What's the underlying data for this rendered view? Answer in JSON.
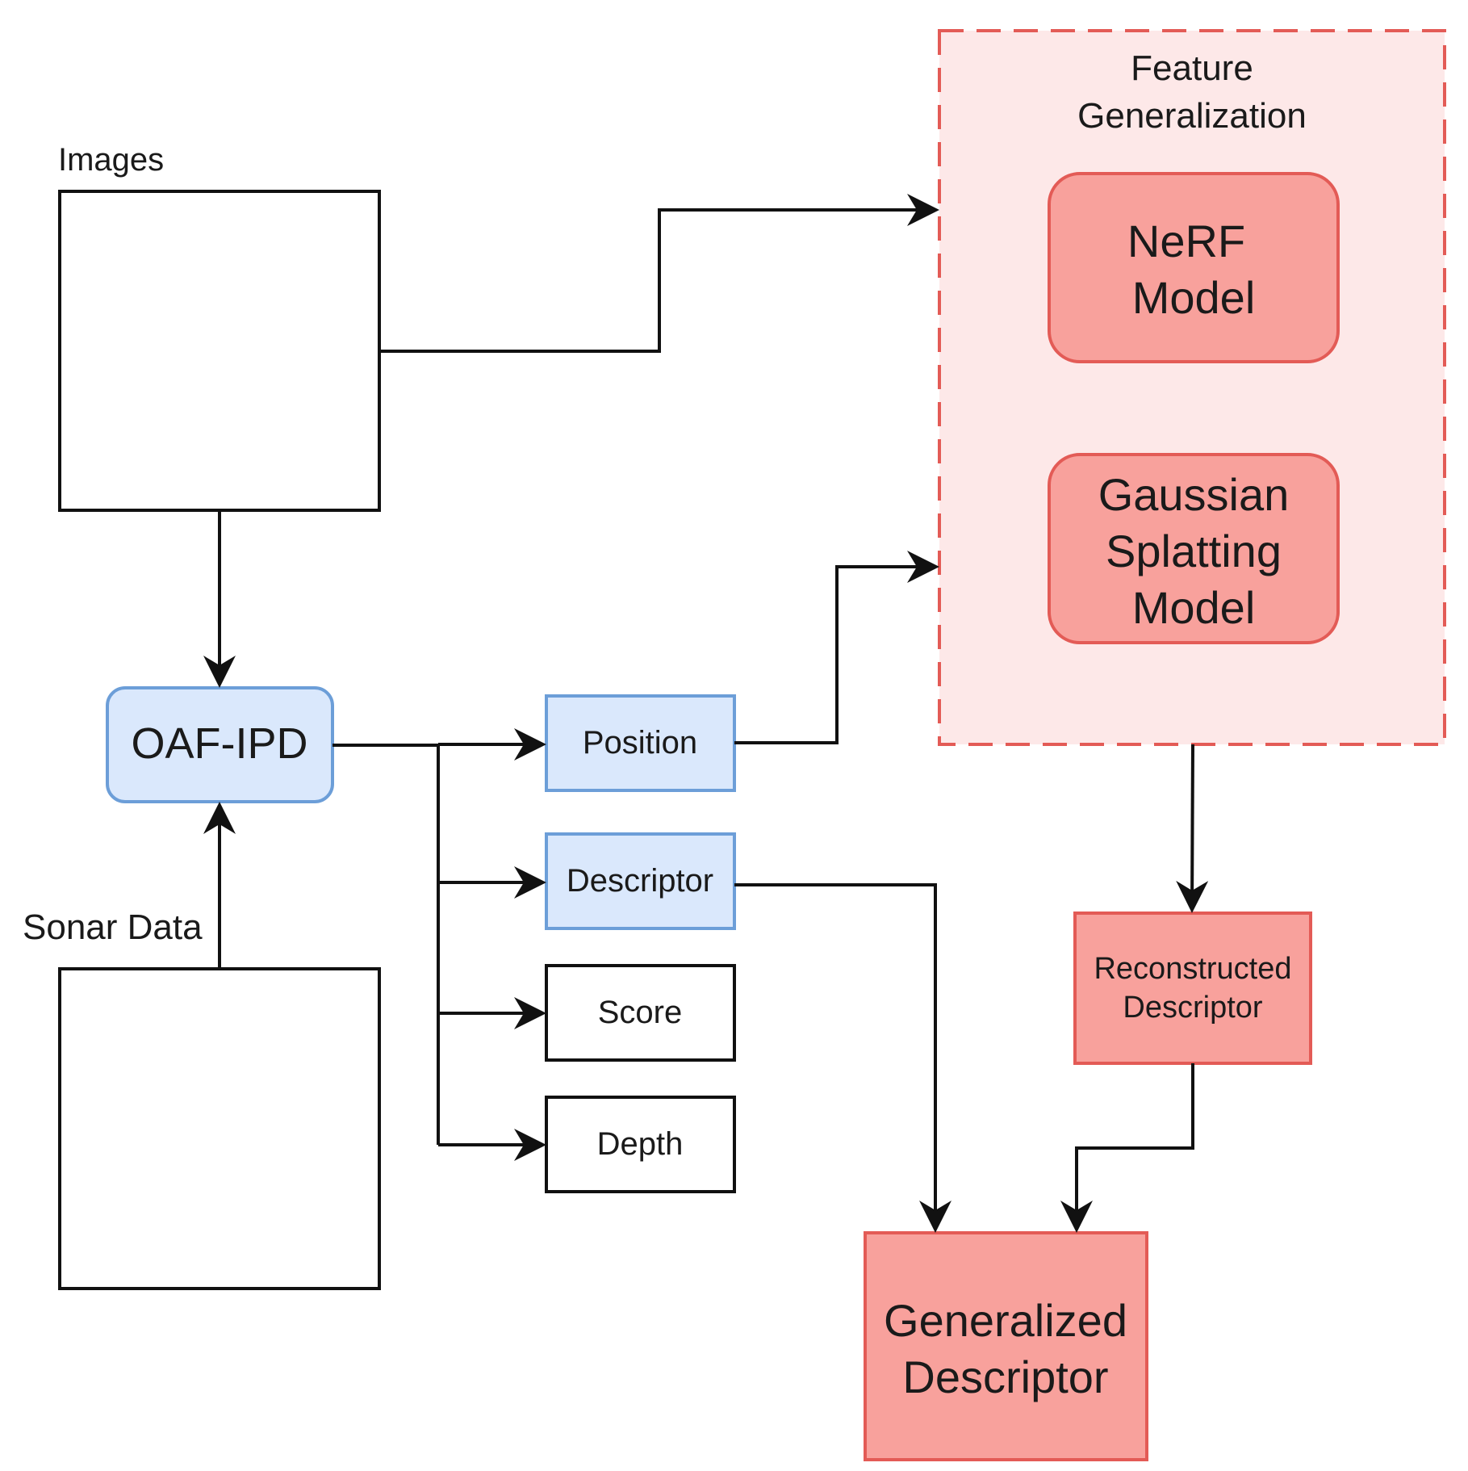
{
  "labels": {
    "images": "Images",
    "sonar": "Sonar Data",
    "oaf_ipd": "OAF-IPD",
    "position": "Position",
    "descriptor": "Descriptor",
    "score": "Score",
    "depth": "Depth",
    "feature_gen_line1": "Feature",
    "feature_gen_line2": "Generalization",
    "nerf_line1": "NeRF",
    "nerf_line2": "Model",
    "gs_line1": "Gaussian",
    "gs_line2": "Splatting",
    "gs_line3": "Model",
    "recon_line1": "Reconstructed",
    "recon_line2": "Descriptor",
    "gen_line1": "Generalized",
    "gen_line2": "Descriptor"
  },
  "colors": {
    "blue_fill": "#dae8fc",
    "blue_stroke": "#6c9ed8",
    "red_fill": "#f8a19c",
    "red_stroke": "#e35b56",
    "group_fill": "#fde8e8",
    "group_stroke": "#e35b56",
    "line": "#111111"
  }
}
